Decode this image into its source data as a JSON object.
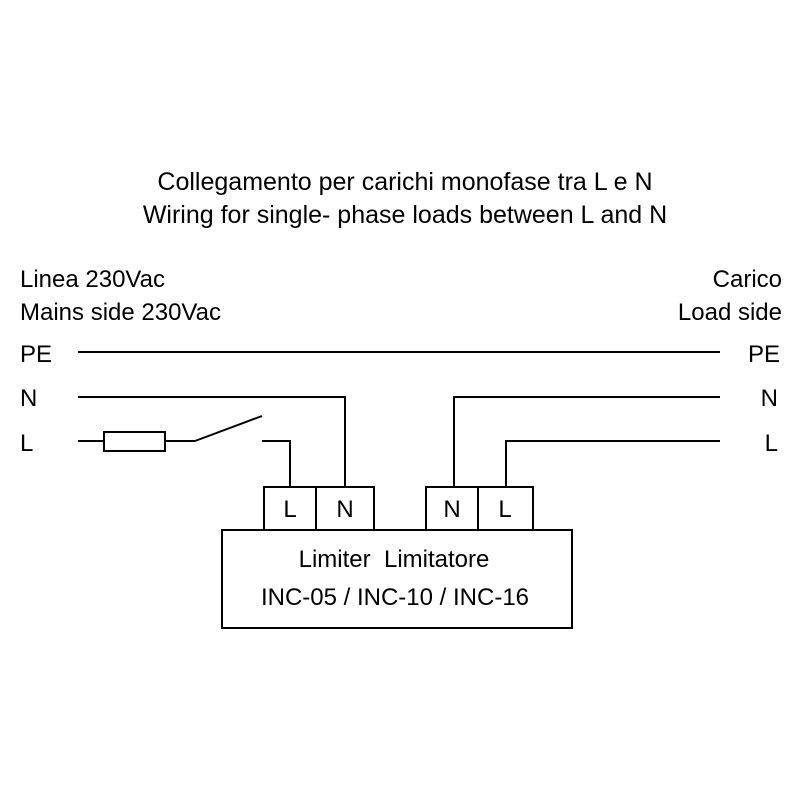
{
  "title": {
    "italian": "Collegamento per carichi monofase tra L e N",
    "english": "Wiring for single- phase loads between L and N"
  },
  "mains_side": {
    "label_it": "Linea 230Vac",
    "label_en": "Mains side 230Vac",
    "conductors": [
      "PE",
      "N",
      "L"
    ]
  },
  "load_side": {
    "label_it": "Carico",
    "label_en": "Load side",
    "conductors": [
      "PE",
      "N",
      "L"
    ]
  },
  "device": {
    "name": "Limiter  Limitatore",
    "models": "INC-05 / INC-10 / INC-16",
    "terminals_in": [
      "L",
      "N"
    ],
    "terminals_out": [
      "N",
      "L"
    ]
  }
}
